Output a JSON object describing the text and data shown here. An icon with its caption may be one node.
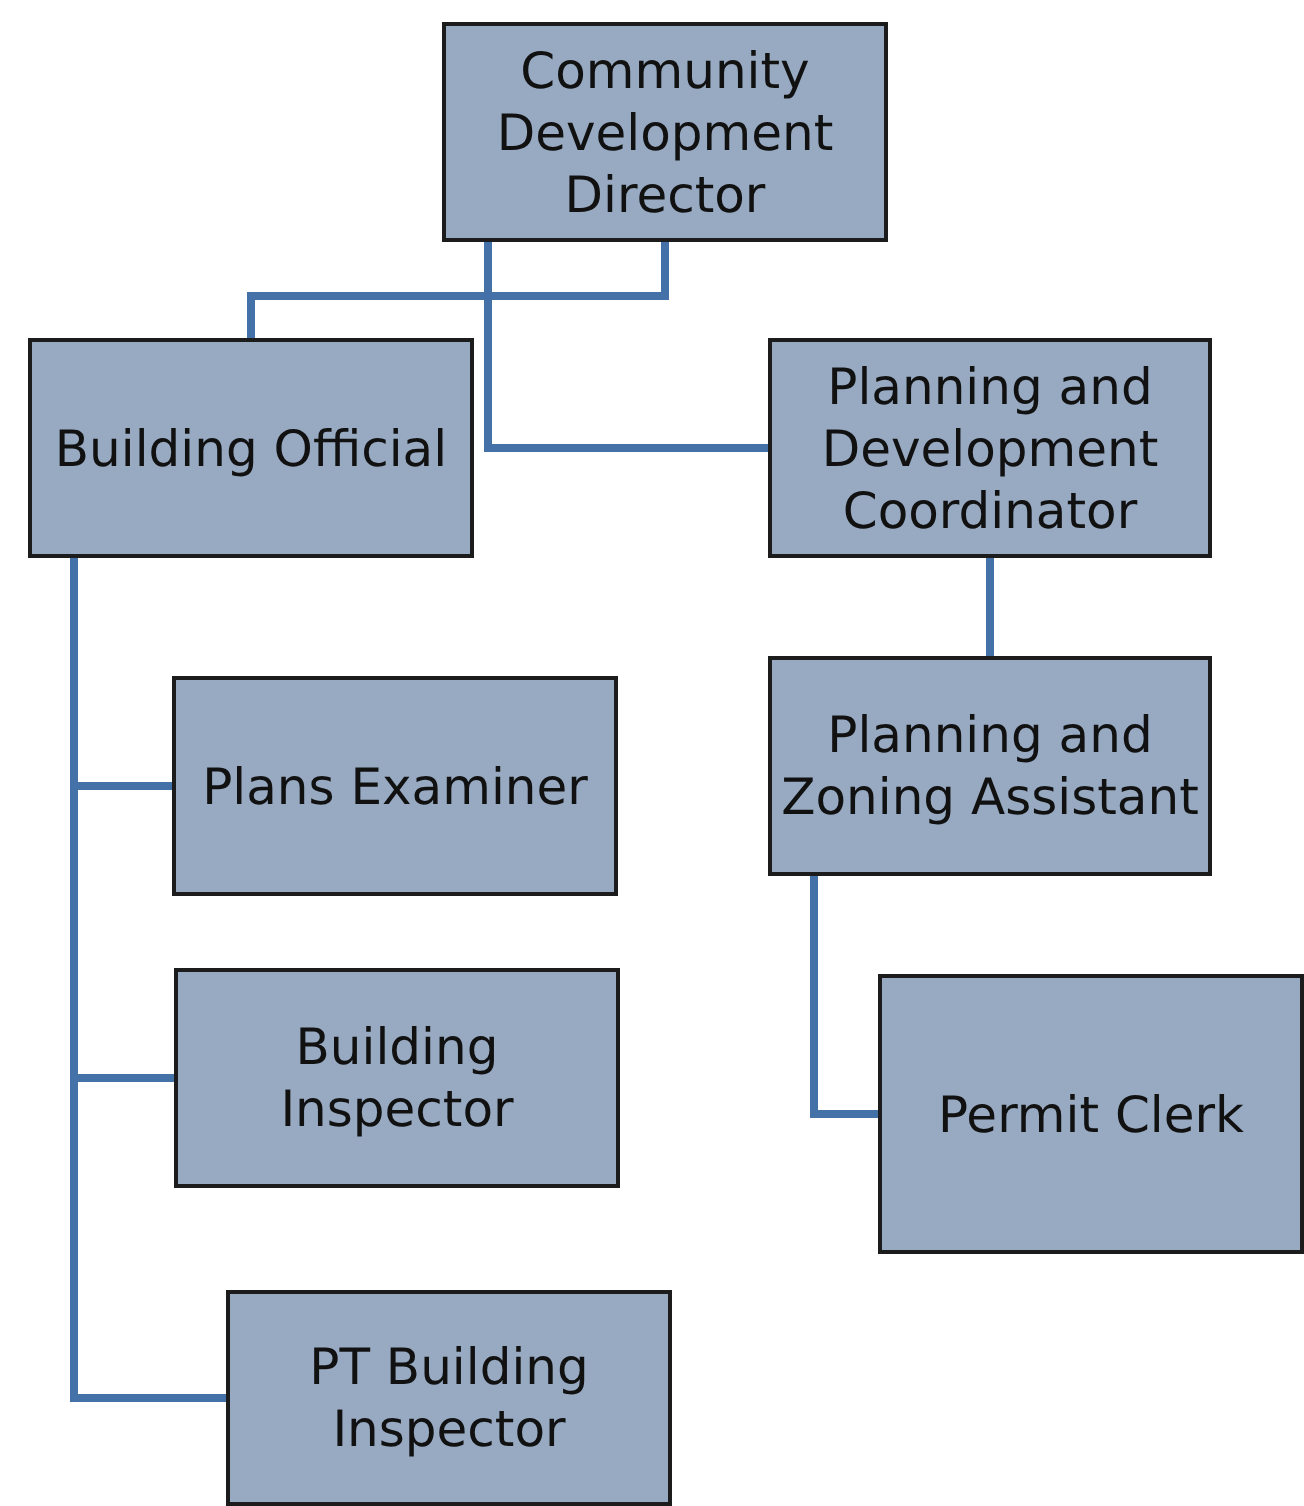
{
  "diagram": {
    "nodes": [
      {
        "text": [
          "Community Development Director"
        ]
      },
      {
        "text": [
          "Building Official"
        ]
      },
      {
        "text": [
          "Planning and Development Coordinator"
        ]
      },
      {
        "text": [
          "Plans Examiner"
        ]
      },
      {
        "text": [
          "Building Inspector"
        ]
      },
      {
        "text": [
          "PT Building Inspector"
        ]
      },
      {
        "text": [
          "Planning and Zoning Assistant"
        ]
      },
      {
        "text": [
          "Permit Clerk"
        ]
      }
    ],
    "edges": [
      {
        "from": 0,
        "to": 1,
        "arrow": "none"
      },
      {
        "from": 0,
        "to": 2,
        "arrow": "none"
      },
      {
        "from": 1,
        "to": 3,
        "arrow": "none"
      },
      {
        "from": 1,
        "to": 4,
        "arrow": "none"
      },
      {
        "from": 1,
        "to": 5,
        "arrow": "none"
      },
      {
        "from": 2,
        "to": 6,
        "arrow": "none"
      },
      {
        "from": 6,
        "to": 7,
        "arrow": "none"
      }
    ]
  }
}
